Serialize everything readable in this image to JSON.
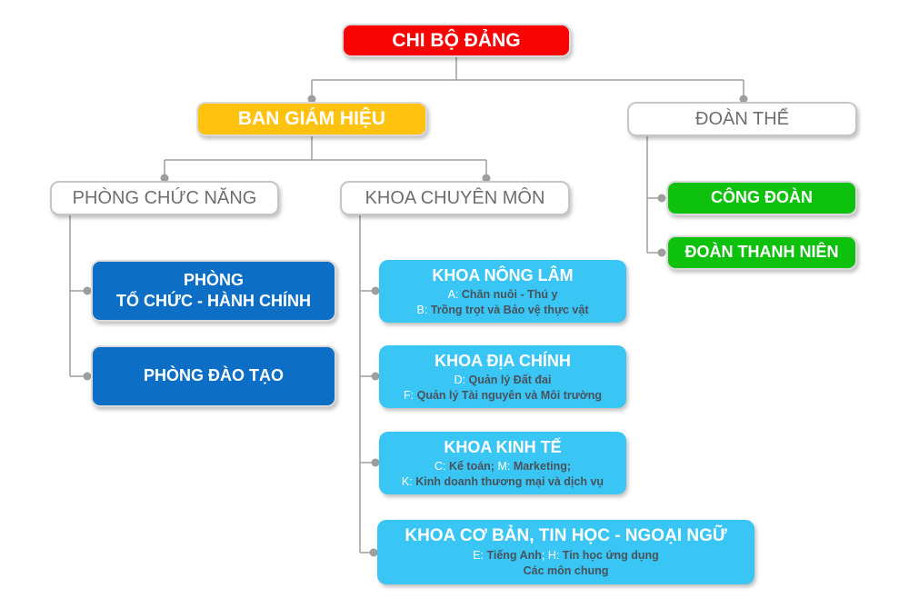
{
  "palette": {
    "node_red": "#F70505",
    "node_yellow": "#FFC20E",
    "node_green": "#0DC10D",
    "node_blue": "#0C6EC5",
    "node_cyan": "#3AC6F4",
    "white_box_text": "#6E6E6E",
    "sub_dark": "#49525B",
    "connector": "#9E9E9E"
  },
  "org": {
    "type": "org-chart",
    "root": {
      "label": "CHI BỘ ĐẢNG"
    },
    "ban_giam_hieu": {
      "label": "BAN GIÁM HIỆU"
    },
    "doan_the": {
      "label": "ĐOÀN THỂ"
    },
    "phong_chuc_nang": {
      "label": "PHÒNG CHỨC NĂNG"
    },
    "khoa_chuyen_mon": {
      "label": "KHOA CHUYÊN MÔN"
    },
    "cong_doan": {
      "label": "CÔNG ĐOÀN"
    },
    "doan_thanh_nien": {
      "label": "ĐOÀN THANH NIÊN"
    },
    "phong_to_chuc": {
      "line1": "PHÒNG",
      "line2": "TỔ CHỨC - HÀNH CHÍNH"
    },
    "phong_dao_tao": {
      "label": "PHÒNG ĐÀO TẠO"
    },
    "khoa_list": [
      {
        "title": "KHOA NÔNG LÂM",
        "lines": [
          [
            {
              "t": "A: ",
              "w": "light"
            },
            {
              "t": "Chăn nuôi - Thú y",
              "w": "dark"
            }
          ],
          [
            {
              "t": "B: ",
              "w": "light"
            },
            {
              "t": "Trồng trọt và Bảo vệ thực vật",
              "w": "dark"
            }
          ]
        ]
      },
      {
        "title": "KHOA ĐỊA CHÍNH",
        "lines": [
          [
            {
              "t": "D: ",
              "w": "light"
            },
            {
              "t": "Quản lý Đất đai",
              "w": "dark"
            }
          ],
          [
            {
              "t": "F: ",
              "w": "light"
            },
            {
              "t": "Quản lý Tài nguyên và Môi trường",
              "w": "dark"
            }
          ]
        ]
      },
      {
        "title": "KHOA KINH TẾ",
        "lines": [
          [
            {
              "t": "C: ",
              "w": "light"
            },
            {
              "t": "Kế toán;",
              "w": "dark"
            },
            {
              "t": " M: ",
              "w": "light"
            },
            {
              "t": "Marketing;",
              "w": "dark"
            }
          ],
          [
            {
              "t": "K: ",
              "w": "light"
            },
            {
              "t": "Kinh doanh thương mại và dịch vụ",
              "w": "dark"
            }
          ]
        ]
      },
      {
        "title": "KHOA CƠ BẢN, TIN HỌC - NGOẠI NGỮ",
        "lines": [
          [
            {
              "t": "E: ",
              "w": "light"
            },
            {
              "t": "Tiếng Anh",
              "w": "dark"
            },
            {
              "t": "; H: ",
              "w": "light"
            },
            {
              "t": "Tin học ứng dụng",
              "w": "dark"
            }
          ],
          [
            {
              "t": "Các môn chung",
              "w": "dark"
            }
          ]
        ]
      }
    ]
  }
}
